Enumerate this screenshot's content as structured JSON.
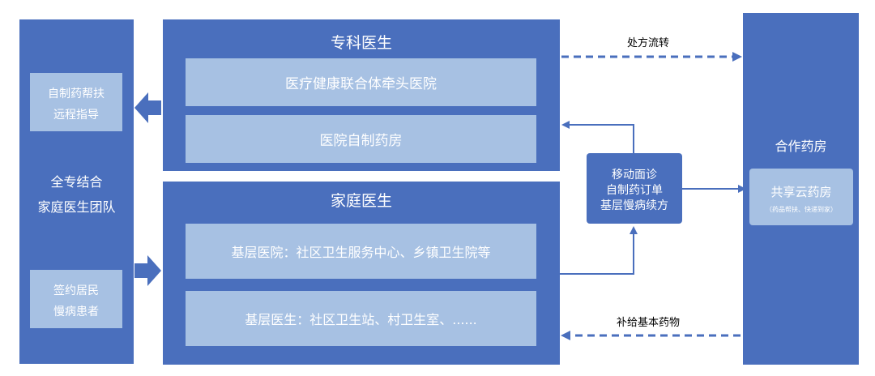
{
  "left_column": {
    "top_box": {
      "line1": "自制药帮扶",
      "line2": "远程指导"
    },
    "middle": {
      "line1": "全专结合",
      "line2": "家庭医生团队"
    },
    "bottom_box": {
      "line1": "签约居民",
      "line2": "慢病患者"
    }
  },
  "specialist": {
    "title": "专科医生",
    "row1": "医疗健康联合体牵头医院",
    "row2": "医院自制药房"
  },
  "family": {
    "title": "家庭医生",
    "row1": "基层医院：社区卫生服务中心、乡镇卫生院等",
    "row2": "基层医生：社区卫生站、村卫生室、......"
  },
  "hub": {
    "line1": "移动面诊",
    "line2": "自制药订单",
    "line3": "基层慢病续方"
  },
  "pharmacy": {
    "title": "合作药房",
    "shared_title": "共享云药房",
    "shared_sub": "（药品帮扶、快递到家）"
  },
  "labels": {
    "top_arrow": "处方流转",
    "bottom_arrow": "补给基本药物"
  },
  "colors": {
    "dark": "#4a6fbd",
    "light": "#a7c1e3",
    "arrow": "#4a6fbd"
  }
}
